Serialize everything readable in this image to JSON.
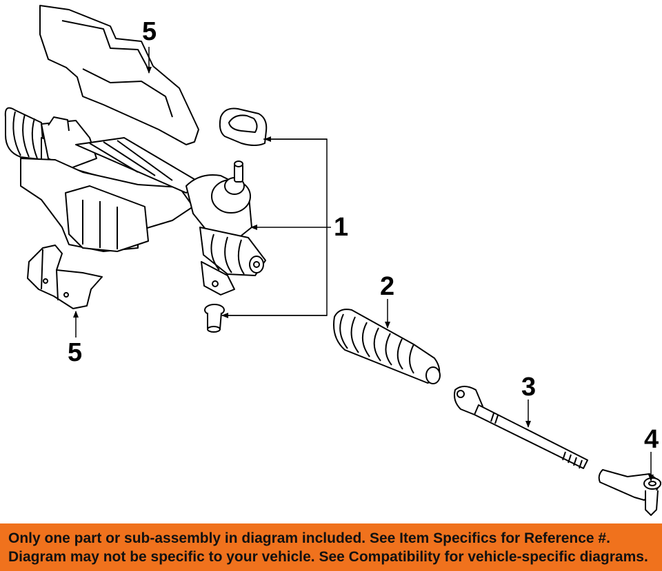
{
  "callouts": {
    "c1": "1",
    "c2": "2",
    "c3": "3",
    "c4": "4",
    "c5_top": "5",
    "c5_bottom": "5"
  },
  "disclaimer": {
    "line1": "Only one part or sub-assembly in diagram included. See Item Specifics for Reference #.",
    "line2": "Diagram may not be specific to your vehicle. See Compatibility for vehicle-specific diagrams."
  },
  "colors": {
    "banner": "#f0721d",
    "line": "#000000"
  }
}
